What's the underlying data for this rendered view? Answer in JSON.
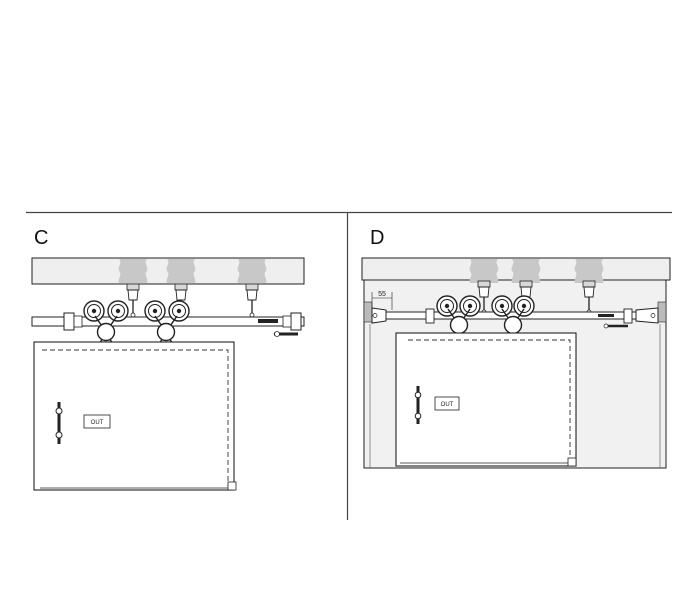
{
  "panels": {
    "c": {
      "letter": "C",
      "door_label": "OUT"
    },
    "d": {
      "letter": "D",
      "door_label": "OUT",
      "dimension": "55"
    }
  },
  "colors": {
    "line": "#222222",
    "wall_gray": "#c8c8c8",
    "beam_fill": "#efefef",
    "bracket_fill": "#d8d8d8",
    "frame_fill": "#f1f1f1"
  }
}
